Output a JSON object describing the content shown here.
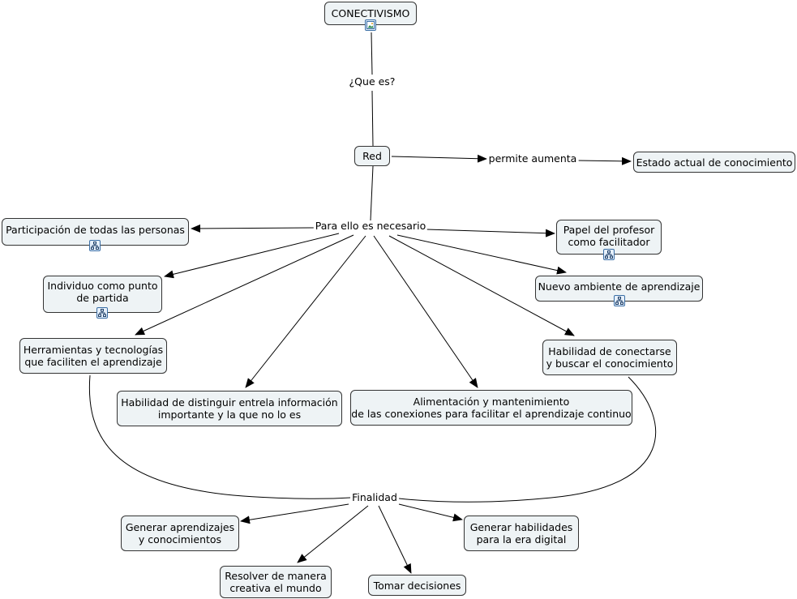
{
  "map": {
    "root": "CONECTIVISMO",
    "link_que_es": "¿Que es?",
    "red": "Red",
    "link_permite": "permite aumenta",
    "estado": "Estado actual de conocimiento",
    "link_para_ello": "Para ello es necesario",
    "participacion": "Participación de todas las personas",
    "papel": [
      "Papel del profesor",
      "como facilitador"
    ],
    "individuo": [
      "Individuo como punto",
      "de partida"
    ],
    "nuevo_ambiente": "Nuevo ambiente de aprendizaje",
    "herramientas": [
      "Herramientas y tecnologías",
      "que faciliten el aprendizaje"
    ],
    "habilidad_conectarse": [
      "Habilidad de conectarse",
      "y buscar el conocimiento"
    ],
    "habilidad_distinguir": [
      "Habilidad de distinguir entrela información",
      "importante y la que no lo es"
    ],
    "alimentacion": [
      "Alimentación y mantenimiento",
      "de las conexiones para facilitar el aprendizaje continuo"
    ],
    "link_finalidad": "Finalidad",
    "generar_aprendizajes": [
      "Generar aprendizajes",
      "y conocimientos"
    ],
    "generar_habilidades": [
      "Generar habilidades",
      "para la era digital"
    ],
    "resolver": [
      "Resolver de manera",
      "creativa el mundo"
    ],
    "tomar": "Tomar decisiones"
  },
  "icons": {
    "root_resource": "image-resource-icon",
    "submap": "concept-map-resource-icon"
  },
  "colors": {
    "node_fill": "#eef3f5",
    "node_border": "#333333",
    "line": "#000000",
    "icon_border": "#3a6ea5"
  }
}
